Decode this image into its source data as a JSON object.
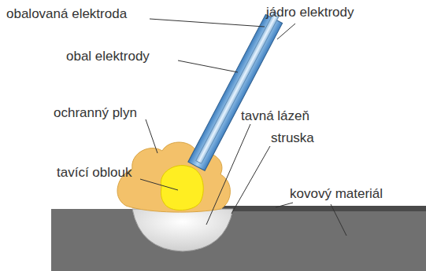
{
  "diagram": {
    "labels": [
      "obalovaná elektroda",
      "jádro elektrody",
      "obal elektrody",
      "ochranný plyn",
      "tavná lázeň",
      "struska",
      "tavící oblouk",
      "kovový materiál"
    ]
  }
}
